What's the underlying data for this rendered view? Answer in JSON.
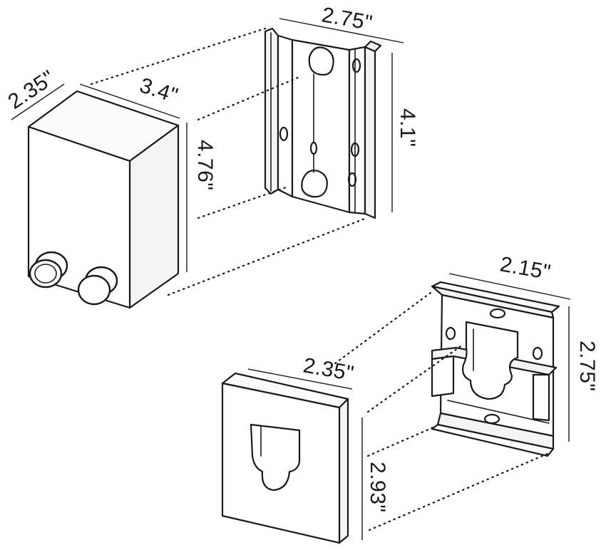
{
  "dimensions": {
    "main_unit_depth": "2.35ʺ",
    "main_unit_width": "3.4ʺ",
    "main_unit_height": "4.76ʺ",
    "main_bracket_width": "2.75ʺ",
    "main_bracket_height": "4.1ʺ",
    "receiver_bracket_width": "2.15ʺ",
    "receiver_bracket_height": "2.75ʺ",
    "receiver_block_width": "2.35ʺ",
    "receiver_block_height": "2.93ʺ"
  },
  "colors": {
    "ink": "#1a1a1a",
    "background": "#ffffff"
  }
}
